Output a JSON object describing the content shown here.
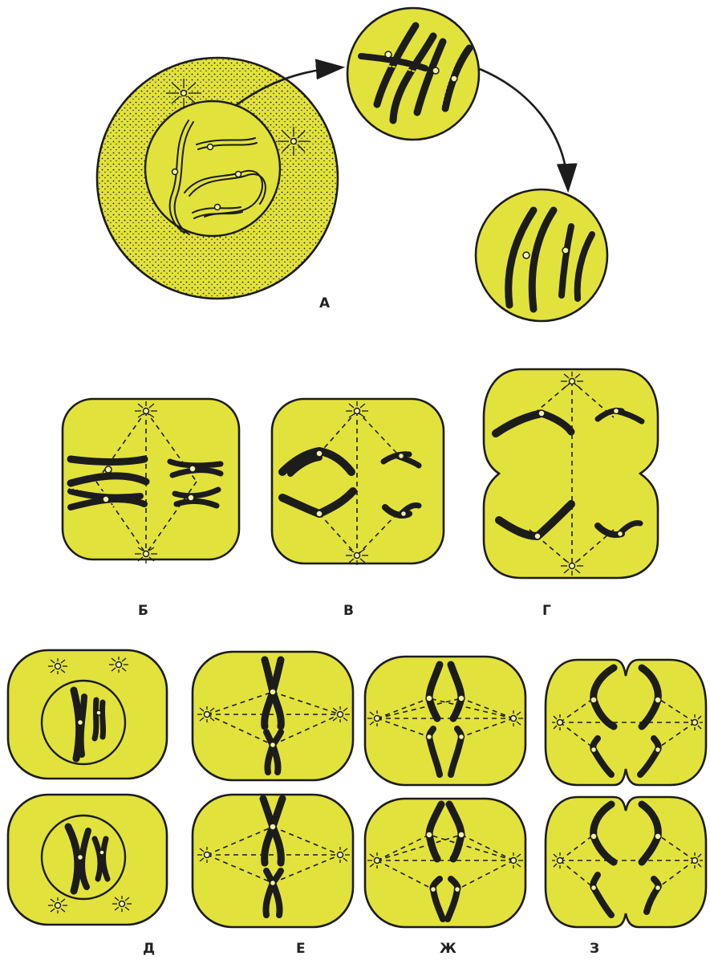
{
  "colors": {
    "cell": "#e2e23c",
    "outline": "#1c1c1c"
  },
  "labels": {
    "a": "А",
    "b": "Б",
    "v": "В",
    "g": "Г",
    "d": "Д",
    "e": "Е",
    "zh": "Ж",
    "z": "З"
  }
}
